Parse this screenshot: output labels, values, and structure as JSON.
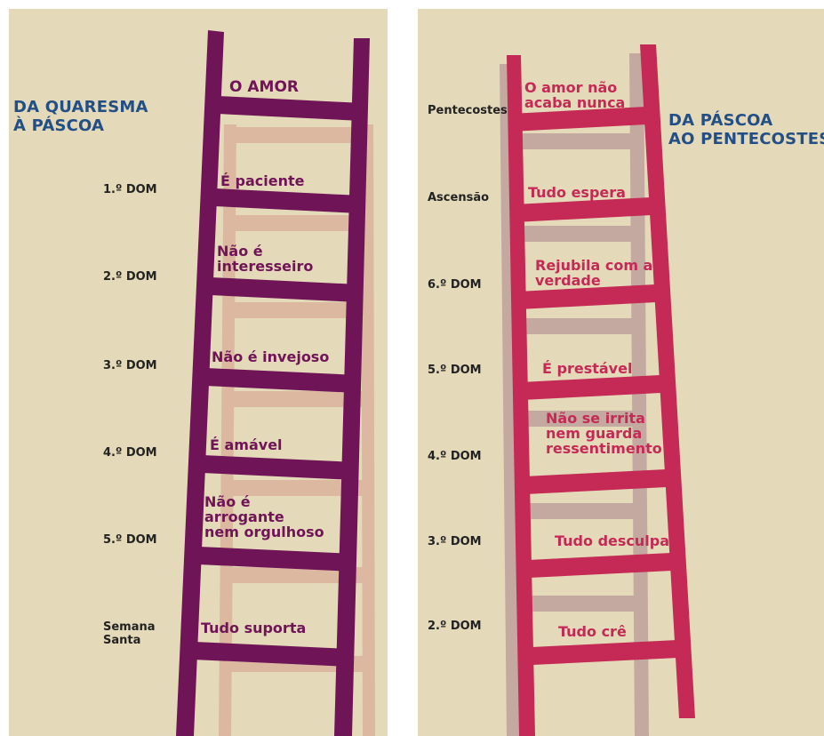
{
  "left": {
    "title_line1": "DA QUARESMA",
    "title_line2": "À PÁSCOA",
    "weeks": [
      "1.º DOM",
      "2.º DOM",
      "3.º DOM",
      "4.º DOM",
      "5.º DOM",
      "Semana",
      "Santa"
    ],
    "rungs": [
      "O AMOR",
      "É paciente",
      "Não é",
      "interesseiro",
      "Não é invejoso",
      "É amável",
      "Não é",
      "arrogante",
      "nem orgulhoso",
      "Tudo suporta"
    ]
  },
  "right": {
    "title_line1": "DA PÁSCOA",
    "title_line2": "AO PENTECOSTES",
    "weeks": [
      "Pentecostes",
      "Ascensão",
      "6.º DOM",
      "5.º DOM",
      "4.º DOM",
      "3.º DOM",
      "2.º DOM"
    ],
    "rungs": [
      "O amor não",
      "acaba nunca",
      "Tudo espera",
      "Rejubila com a",
      "verdade",
      "É prestável",
      "Não se irrita",
      "nem guarda",
      "ressentimento",
      "Tudo desculpa",
      "Tudo crê"
    ]
  },
  "colors": {
    "background": "#e4d9b9",
    "left_ladder": "#6f1557",
    "left_shadow": "#dcb8a0",
    "right_ladder": "#c42a55",
    "right_shadow": "#c4a9a0",
    "title": "#234f87",
    "week_text": "#222222"
  }
}
